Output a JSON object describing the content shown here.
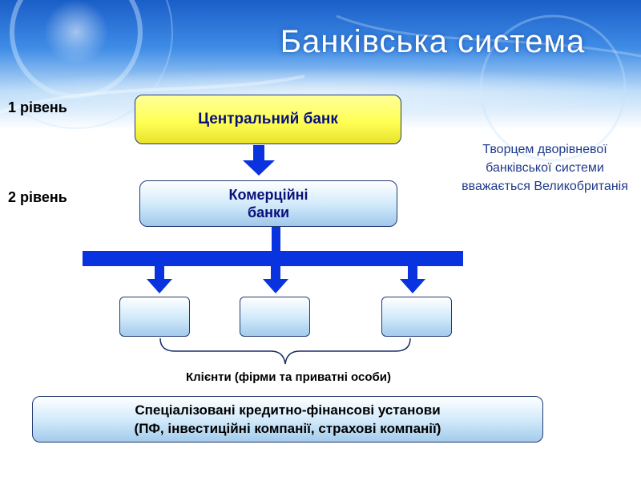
{
  "title": "Банківська система",
  "levels": {
    "level1": "1 рівень",
    "level2": "2 рівень"
  },
  "nodes": {
    "central_bank": "Центральний банк",
    "commercial_banks_line1": "Комерційні",
    "commercial_banks_line2": "банки",
    "clients_label": "Клієнти (фірми та приватні особи)",
    "specialized_line1": "Спеціалізовані кредитно-фінансові установи",
    "specialized_line2": "(ПФ, інвестиційні компанії, страхові компанії)"
  },
  "note": "Творцем дворівневої банківської системи вважається Великобританія",
  "colors": {
    "arrow": "#0a33e0",
    "central_fill": "#ffff55",
    "box_fill": "#d4ebfb",
    "note_text": "#1f3a8c",
    "title_text": "#ffffff"
  }
}
